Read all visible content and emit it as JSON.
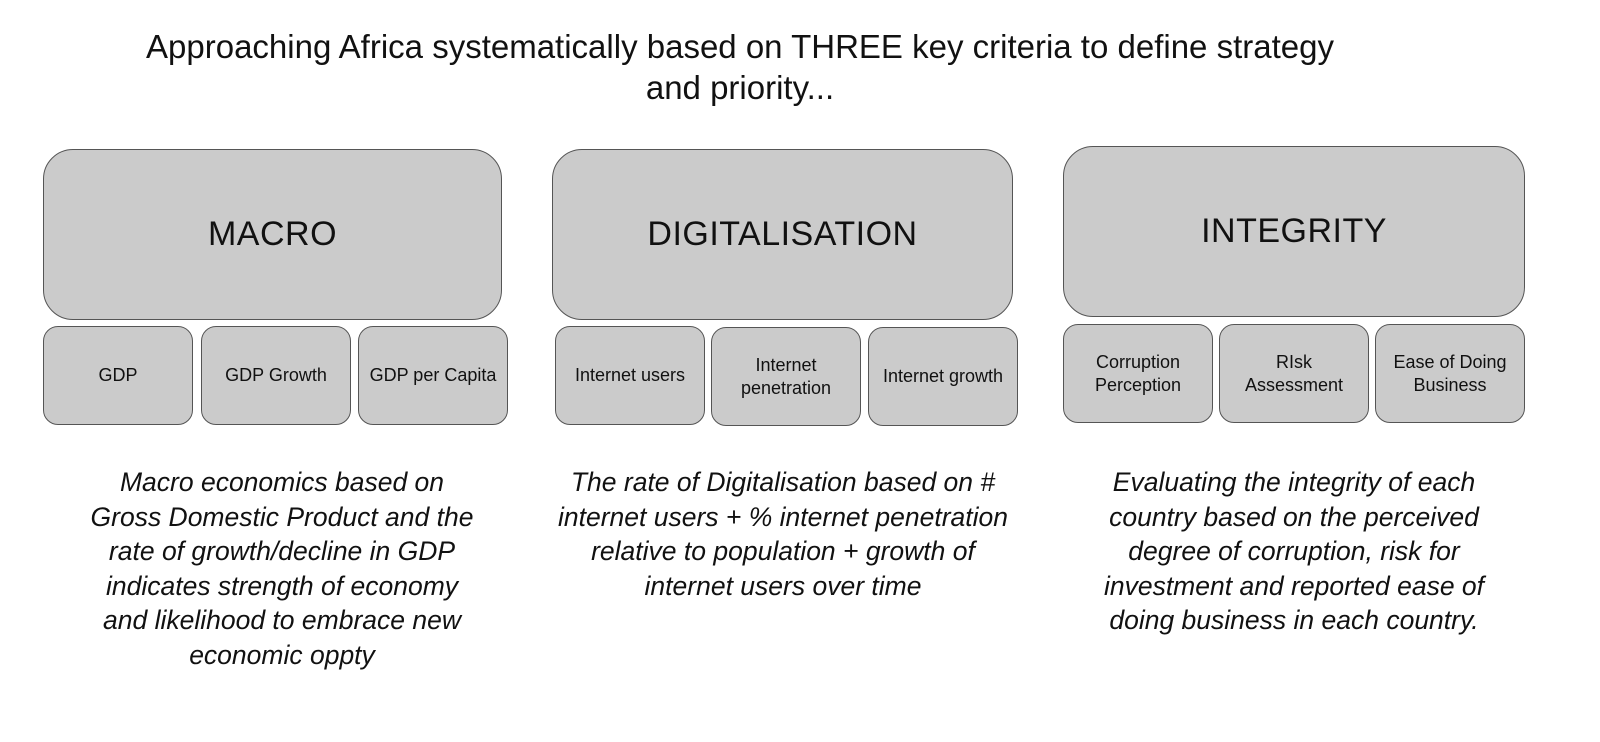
{
  "title": "Approaching Africa systematically based on THREE key criteria to define strategy and priority...",
  "columns": [
    {
      "heading": "MACRO",
      "metrics": [
        "GDP",
        "GDP Growth",
        "GDP per Capita"
      ],
      "description": "Macro economics based on Gross Domestic Product and the rate of growth/decline in GDP indicates strength of economy and likelihood to embrace new economic oppty"
    },
    {
      "heading": "DIGITALISATION",
      "metrics": [
        "Internet users",
        "Internet penetration",
        "Internet growth"
      ],
      "description": "The rate of Digitalisation based on # internet users + % internet penetration relative to population + growth of internet users over time"
    },
    {
      "heading": "INTEGRITY",
      "metrics": [
        "Corruption Perception",
        "RIsk Assessment",
        "Ease of Doing Business"
      ],
      "description": "Evaluating the integrity of each country based on the perceived degree of corruption, risk for investment and reported ease of doing business in each country."
    }
  ]
}
